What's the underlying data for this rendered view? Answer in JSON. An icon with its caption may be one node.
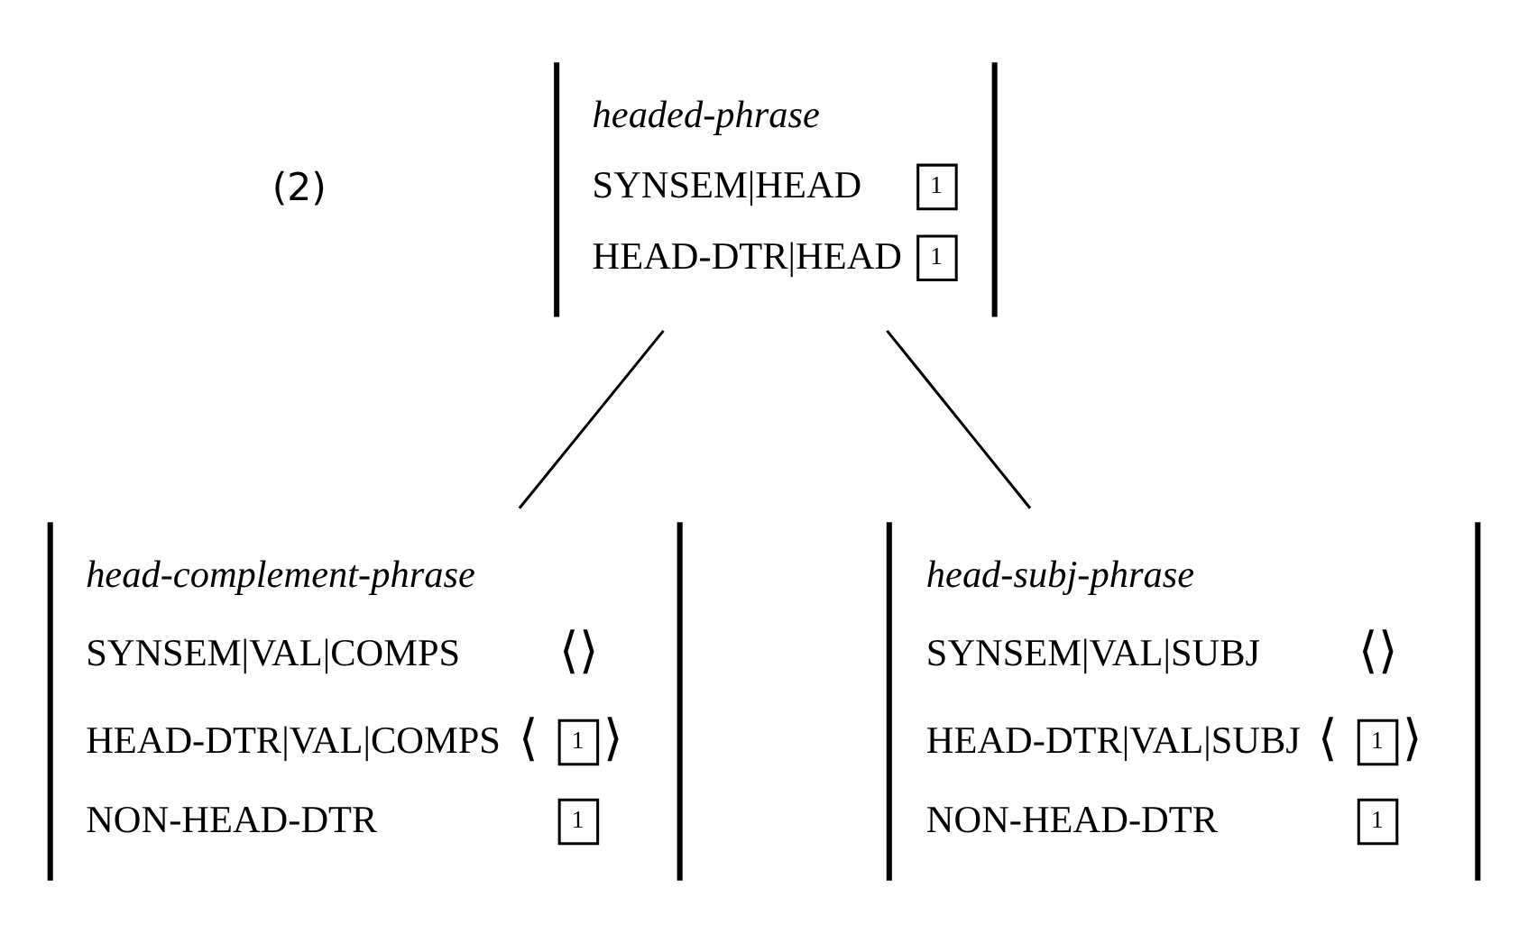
{
  "diagram": {
    "nodes": [
      {
        "text": [
          "headed-phrase",
          "SYNSEM|HEAD",
          "1",
          "HEAD-DTR|HEAD",
          "1"
        ]
      },
      {
        "text": [
          "head-complement-phrase",
          "SYNSEM|VAL|COMPS",
          "⟨⟩",
          "HEAD-DTR|VAL|COMPS",
          "⟨ 1 ⟩",
          "NON-HEAD-DTR",
          "1"
        ]
      },
      {
        "text": [
          "head-subj-phrase",
          "SYNSEM|VAL|SUBJ",
          "⟨⟩",
          "HEAD-DTR|VAL|SUBJ",
          "⟨ 1 ⟩",
          "NON-HEAD-DTR",
          "1"
        ]
      }
    ],
    "edges": [
      {
        "from": 0,
        "to": 1,
        "arrow": "none"
      },
      {
        "from": 0,
        "to": 2,
        "arrow": "none"
      }
    ],
    "labels": [
      "(2)"
    ]
  }
}
